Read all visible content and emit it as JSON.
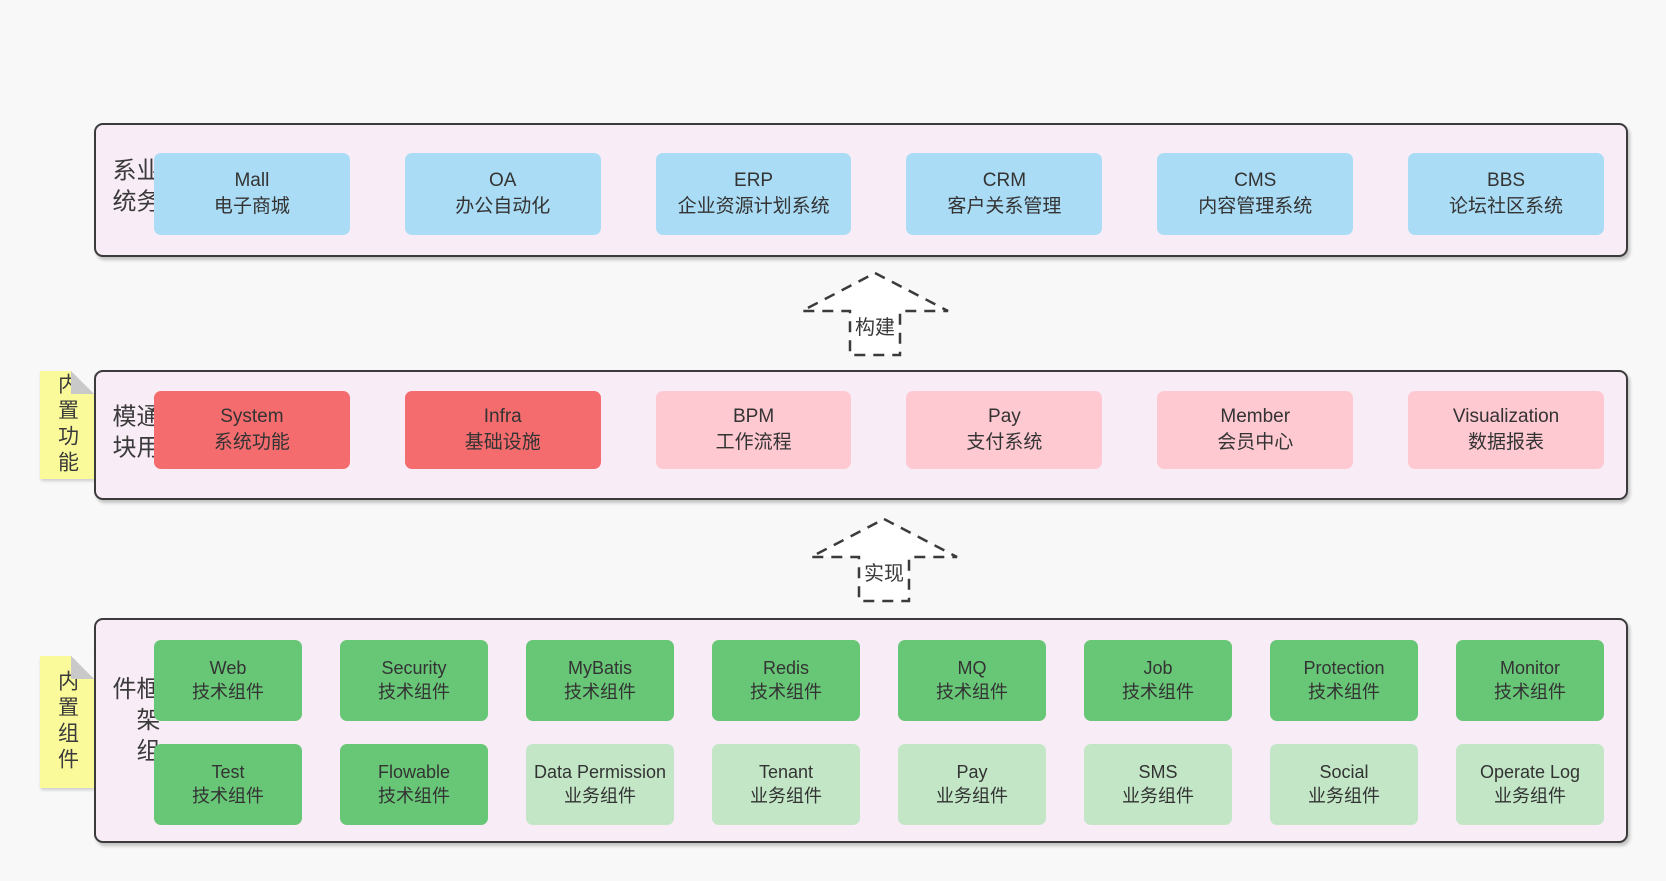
{
  "diagram": {
    "colors": {
      "page_bg": "#f8f8f8",
      "container_bg": "#f8edf6",
      "border": "#3b3b3b",
      "blue_box": "#abdcf5",
      "red_box": "#f56c6f",
      "pink_box": "#ffc9d2",
      "green_box": "#68c677",
      "light_green_box": "#c2e6c6",
      "tag_yellow": "#fafa9b",
      "tag_fold_gray": "#c9c9c9",
      "text": "#333333"
    },
    "arrows": [
      {
        "label": "构建"
      },
      {
        "label": "实现"
      }
    ],
    "sections": {
      "business": {
        "label": "业务系统",
        "items": [
          {
            "name": "Mall",
            "desc": "电子商城"
          },
          {
            "name": "OA",
            "desc": "办公自动化"
          },
          {
            "name": "ERP",
            "desc": "企业资源计划系统"
          },
          {
            "name": "CRM",
            "desc": "客户关系管理"
          },
          {
            "name": "CMS",
            "desc": "内容管理系统"
          },
          {
            "name": "BBS",
            "desc": "论坛社区系统"
          }
        ]
      },
      "modules": {
        "tag": "内置功能",
        "label": "通用模块",
        "items": [
          {
            "name": "System",
            "desc": "系统功能"
          },
          {
            "name": "Infra",
            "desc": "基础设施"
          },
          {
            "name": "BPM",
            "desc": "工作流程"
          },
          {
            "name": "Pay",
            "desc": "支付系统"
          },
          {
            "name": "Member",
            "desc": "会员中心"
          },
          {
            "name": "Visualization",
            "desc": "数据报表"
          }
        ]
      },
      "components": {
        "tag": "内置组件",
        "label": "框架组件",
        "row1": [
          {
            "name": "Web",
            "desc": "技术组件"
          },
          {
            "name": "Security",
            "desc": "技术组件"
          },
          {
            "name": "MyBatis",
            "desc": "技术组件"
          },
          {
            "name": "Redis",
            "desc": "技术组件"
          },
          {
            "name": "MQ",
            "desc": "技术组件"
          },
          {
            "name": "Job",
            "desc": "技术组件"
          },
          {
            "name": "Protection",
            "desc": "技术组件"
          },
          {
            "name": "Monitor",
            "desc": "技术组件"
          }
        ],
        "row2": [
          {
            "name": "Test",
            "desc": "技术组件"
          },
          {
            "name": "Flowable",
            "desc": "技术组件"
          },
          {
            "name": "Data Permission",
            "desc": "业务组件"
          },
          {
            "name": "Tenant",
            "desc": "业务组件"
          },
          {
            "name": "Pay",
            "desc": "业务组件"
          },
          {
            "name": "SMS",
            "desc": "业务组件"
          },
          {
            "name": "Social",
            "desc": "业务组件"
          },
          {
            "name": "Operate Log",
            "desc": "业务组件"
          }
        ]
      }
    }
  }
}
